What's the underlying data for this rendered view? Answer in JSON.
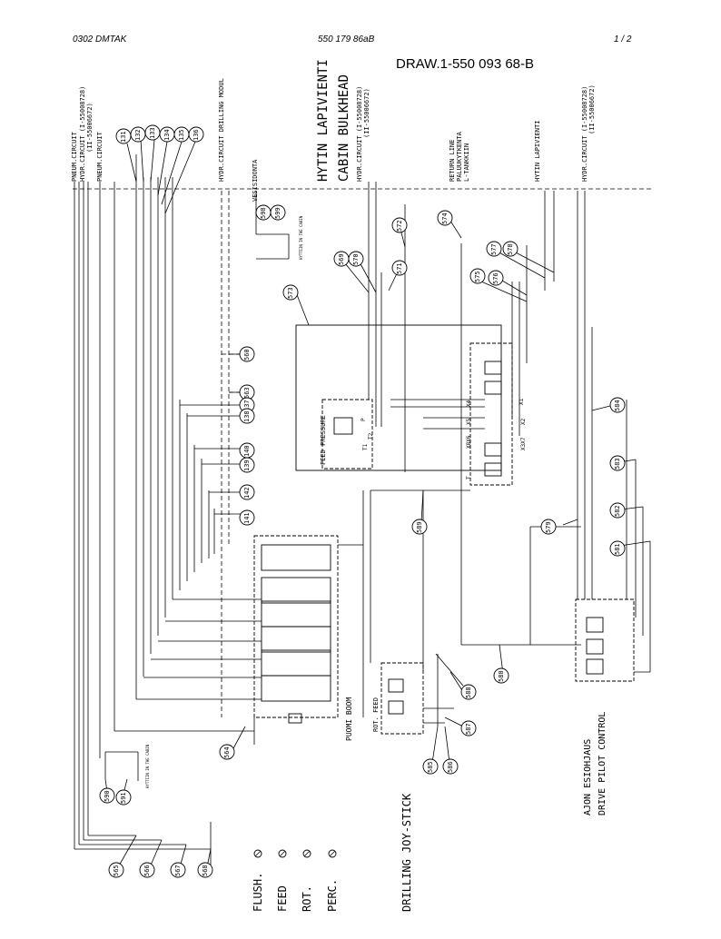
{
  "header": {
    "left": "0302 DMTAK",
    "center": "550 179 86aB",
    "right": "1 /  2"
  },
  "drawing_title": "DRAW.1-550 093 68-B",
  "vertical_labels": {
    "pneum_circuit_1": "PNEUM.CIRCUIT",
    "hydr_circuit_ref": "HYDR.CIRCUIT (I-55008728)",
    "hydr_circuit_ref2": "(II-55006672)",
    "pneum_circuit_2": "PNEUM.CIRCUIT",
    "hydr_drilling_modul": "HYDR.CIRCUIT DRILLING MODUL",
    "vesisidonta": "VESISIDONTA",
    "hytin_lapivienti_big": "HYTIN LAPIVIENTI",
    "cabin_bulkhead": "CABIN BULKHEAD",
    "hydr_circuit_mid": "HYDR.CIRCUIT (I-55008728)",
    "hydr_circuit_mid2": "(II-55006672)",
    "return_line": "RETURN LINE",
    "paluukytkenta": "PALUUKYTKENTA",
    "l_tankkiin": "L-TANKKIIN",
    "hytin_lapivienti_small": "HYTIN LAPIVIENTI",
    "hydr_circuit_right": "HYDR.CIRCUIT (I-55008728)",
    "hydr_circuit_right2": "(II-55006672)",
    "feed_pressure": "FEED PRESSURE",
    "puomi_boom": "PUOMI  BOOM",
    "rot_feed": "ROT.  FEED",
    "ajon_esiohjaus": "AJON ESIOHJAUS",
    "drive_pilot_control": "DRIVE PILOT CONTROL",
    "drilling_joystick": "DRILLING JOY-STICK",
    "flush": "FLUSH.",
    "feed": "FEED",
    "rot": "ROT.",
    "perc": "PERC.",
    "hyttiin_in_cabin_1": "HYTTIIN IN THE CABIN",
    "hyttiin_in_cabin_2": "HYTTIIN IN THE CABIN"
  },
  "bubbles": {
    "b131": "131",
    "b132": "132",
    "b133": "133",
    "b134": "134",
    "b135": "135",
    "b136": "136",
    "b598": "598",
    "b599": "599",
    "b569": "569",
    "b570": "570",
    "b572": "572",
    "b574": "574",
    "b571": "571",
    "b573": "573",
    "b575": "575",
    "b576": "576",
    "b577": "577",
    "b578": "578",
    "b560": "560",
    "b563": "563",
    "b137": "137",
    "b138": "138",
    "b139": "139",
    "b140": "140",
    "b142": "142",
    "b141": "141",
    "b584": "584",
    "b583": "583",
    "b582": "582",
    "b581": "581",
    "b579": "579",
    "b589": "589",
    "b580": "580",
    "b564": "564",
    "b588": "588",
    "b587": "587",
    "b585": "585",
    "b586": "586",
    "b590": "590",
    "b591": "591",
    "b565": "565",
    "b566": "566",
    "b567": "567",
    "b568": "568"
  },
  "port_labels": {
    "x1": "X1",
    "x2": "X2",
    "x3x7": "X3X7",
    "x4": "X4",
    "x5": "X5",
    "x8": "X8X6",
    "p": "P",
    "t": "T",
    "t1": "T1",
    "t2": "T2"
  }
}
